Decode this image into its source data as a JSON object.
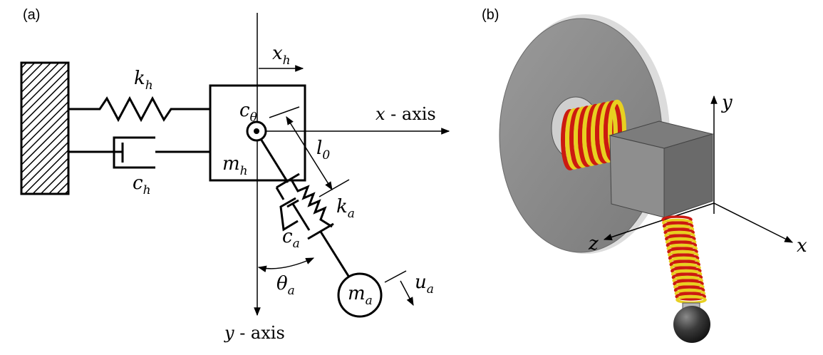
{
  "panel_a": {
    "tag": "(a)",
    "labels": {
      "kh_main": "k",
      "kh_sub": "h",
      "ch_main": "c",
      "ch_sub": "h",
      "ctheta_main": "c",
      "ctheta_sub": "θ",
      "mh_main": "m",
      "mh_sub": "h",
      "xh_main": "x",
      "xh_sub": "h",
      "l0_main": "l",
      "l0_sub": "0",
      "ka_main": "k",
      "ka_sub": "a",
      "ca_main": "c",
      "ca_sub": "a",
      "theta_main": "θ",
      "theta_sub": "a",
      "ma_main": "m",
      "ma_sub": "a",
      "ua_main": "u",
      "ua_sub": "a",
      "x_axis_var": "x",
      "x_axis_word": " - axis",
      "y_axis_var": "y",
      "y_axis_word": " - axis"
    }
  },
  "panel_b": {
    "tag": "(b)",
    "axes": {
      "x": "x",
      "y": "y",
      "z": "z"
    },
    "colors": {
      "disk": "#8f8f8f",
      "disk_edge": "#d0d0d0",
      "cube_front": "#8c8c8c",
      "cube_top": "#777777",
      "cube_side": "#6a6a6a",
      "coil_red": "#cc1a10",
      "coil_yellow": "#e8d020",
      "ball": "#3a3a3a"
    }
  }
}
